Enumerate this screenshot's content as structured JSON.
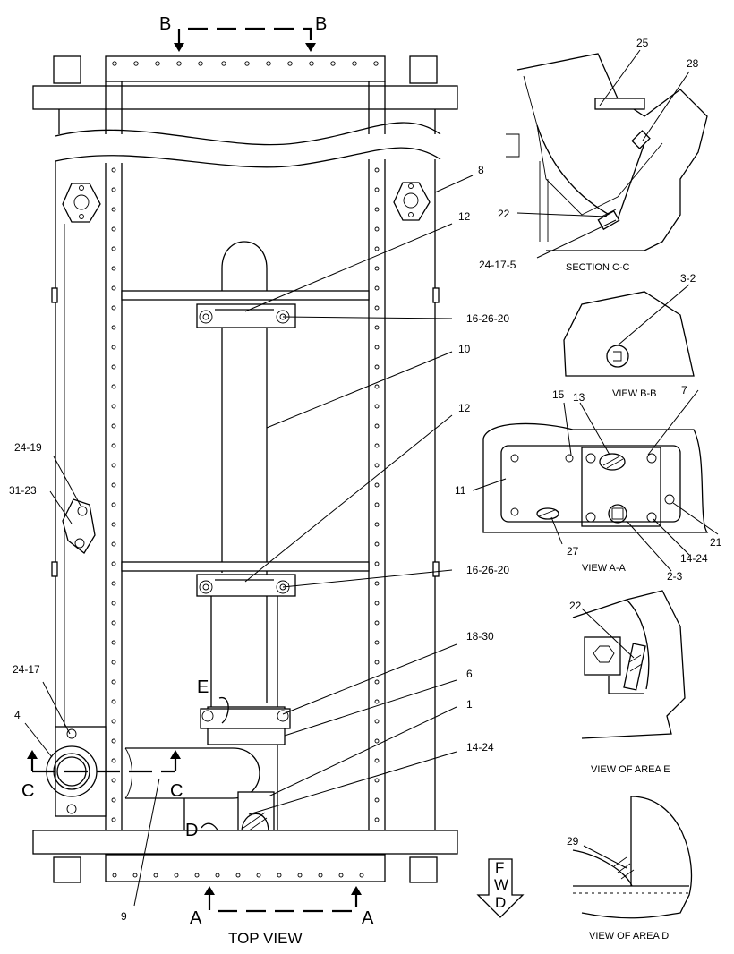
{
  "main_view": {
    "title": "TOP VIEW",
    "section_markers": {
      "b_left": "B",
      "b_right": "B",
      "a_left": "A",
      "a_right": "A",
      "c_left": "C",
      "c_right": "C",
      "d": "D",
      "e": "E"
    },
    "fwd_arrow": [
      "F",
      "W",
      "D"
    ]
  },
  "callouts": {
    "c8": "8",
    "c12a": "12",
    "c16a": "16-26-20",
    "c10": "10",
    "c12b": "12",
    "c24_19": "24-19",
    "c31_23": "31-23",
    "c16b": "16-26-20",
    "c18_30": "18-30",
    "c6": "6",
    "c1": "1",
    "c14_24a": "14-24",
    "c24_17": "24-17",
    "c4": "4",
    "c9": "9",
    "c25": "25",
    "c28": "28",
    "c22a": "22",
    "c24_17_5": "24-17-5",
    "c3_2": "3-2",
    "c15": "15",
    "c13": "13",
    "c7": "7",
    "c11": "11",
    "c21": "21",
    "c14_24b": "14-24",
    "c27": "27",
    "c2_3": "2-3",
    "c22b": "22",
    "c29": "29"
  },
  "view_captions": {
    "section_cc": "SECTION C-C",
    "view_bb": "VIEW B-B",
    "view_aa": "VIEW A-A",
    "view_e": "VIEW OF AREA E",
    "view_d": "VIEW OF AREA D"
  }
}
